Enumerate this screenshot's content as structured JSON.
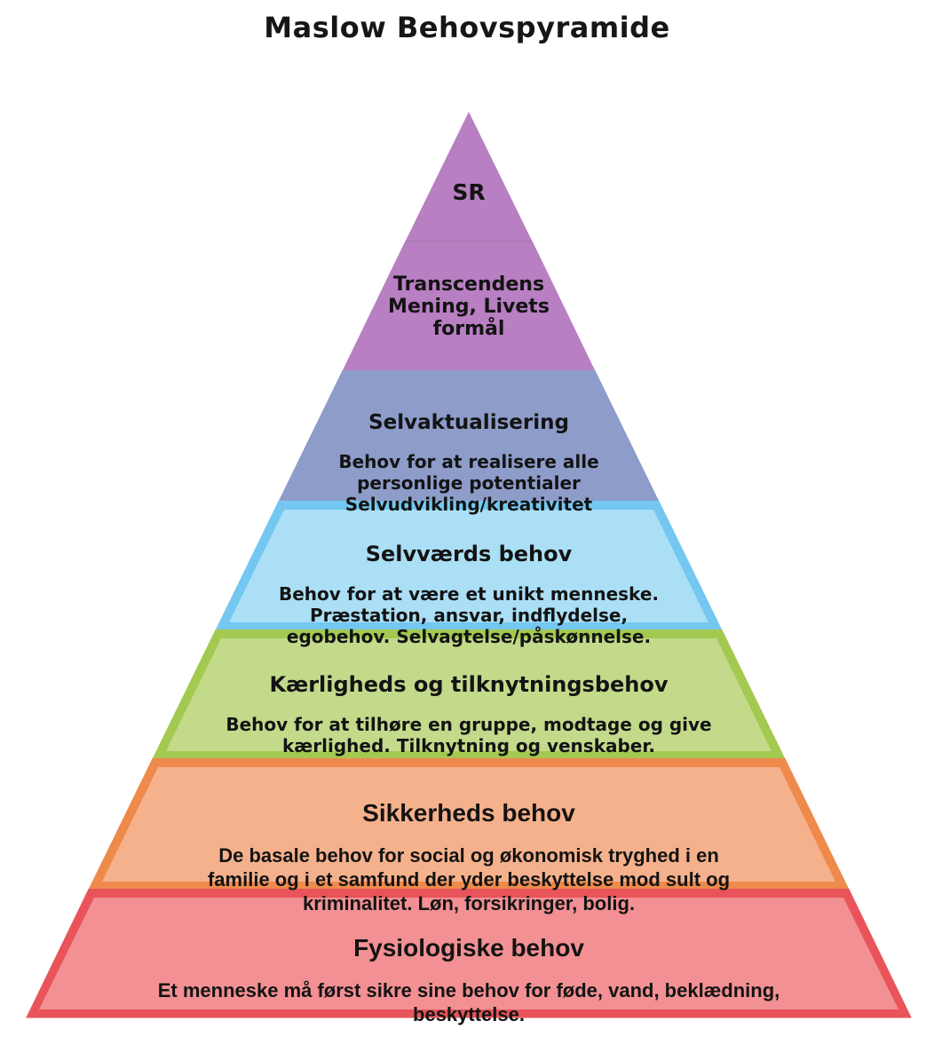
{
  "title": "Maslow Behovspyramide",
  "text_color": "#131313",
  "background": "#ffffff",
  "pyramid": {
    "divider_color": "#a379ae",
    "layers": [
      {
        "id": "sr",
        "heading": "SR",
        "body": "",
        "fill": "#b87fc2",
        "border": "#b87fc2"
      },
      {
        "id": "transcendens",
        "heading": "",
        "body": "Transcendens\nMening, Livets\nformål",
        "fill": "#b87fc2",
        "border": "#b87fc2"
      },
      {
        "id": "selvaktualisering",
        "heading": "Selvaktualisering",
        "body": "Behov for at realisere alle\npersonlige potentialer\nSelvudvikling/kreativitet",
        "fill": "#8d9cc9",
        "border": "#8d9cc9"
      },
      {
        "id": "selvvaerds",
        "heading": "Selvværds behov",
        "body": "Behov for at være et unikt menneske.\nPræstation, ansvar, indflydelse,\negobehov. Selvagtelse/påskønnelse.",
        "fill": "#aadff5",
        "border": "#73c7f0"
      },
      {
        "id": "kaerligheds",
        "heading": "Kærligheds og tilknytningsbehov",
        "body": "Behov for at tilhøre en gruppe, modtage og give\nkærlighed. Tilknytning og venskaber.",
        "fill": "#c3da8b",
        "border": "#a3c950"
      },
      {
        "id": "sikkerheds",
        "heading": "Sikkerheds behov",
        "body": "De basale behov for social og økonomisk tryghed i en\nfamilie og i et samfund der yder beskyttelse mod sult og\nkriminalitet. Løn, forsikringer, bolig.",
        "fill": "#f5b18c",
        "border": "#ee8a4c"
      },
      {
        "id": "fysiologiske",
        "heading": "Fysiologiske behov",
        "body": "Et menneske må først sikre sine behov for føde, vand, beklædning,\nbeskyttelse.",
        "fill": "#f29093",
        "border": "#e8545a"
      }
    ]
  }
}
